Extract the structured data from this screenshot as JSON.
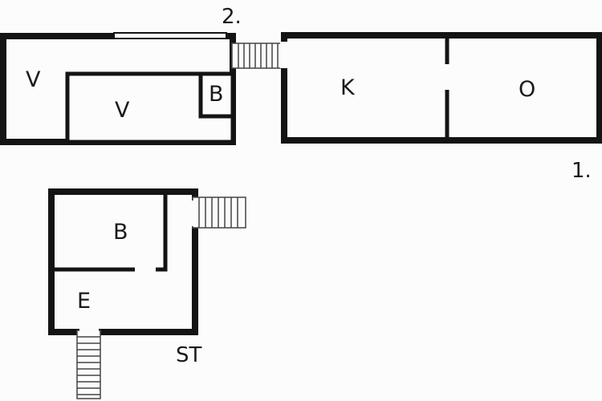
{
  "floors": {
    "first": "1.",
    "second": "2.",
    "basement": "ST"
  },
  "rooms": {
    "upper_left_v": "V",
    "upper_inner_v": "V",
    "upper_b": "B",
    "upper_k": "K",
    "upper_o": "O",
    "lower_b": "B",
    "lower_e": "E"
  },
  "colors": {
    "wall": "#141414",
    "floor": "#fcfcfc",
    "stair_line": "#444444"
  }
}
